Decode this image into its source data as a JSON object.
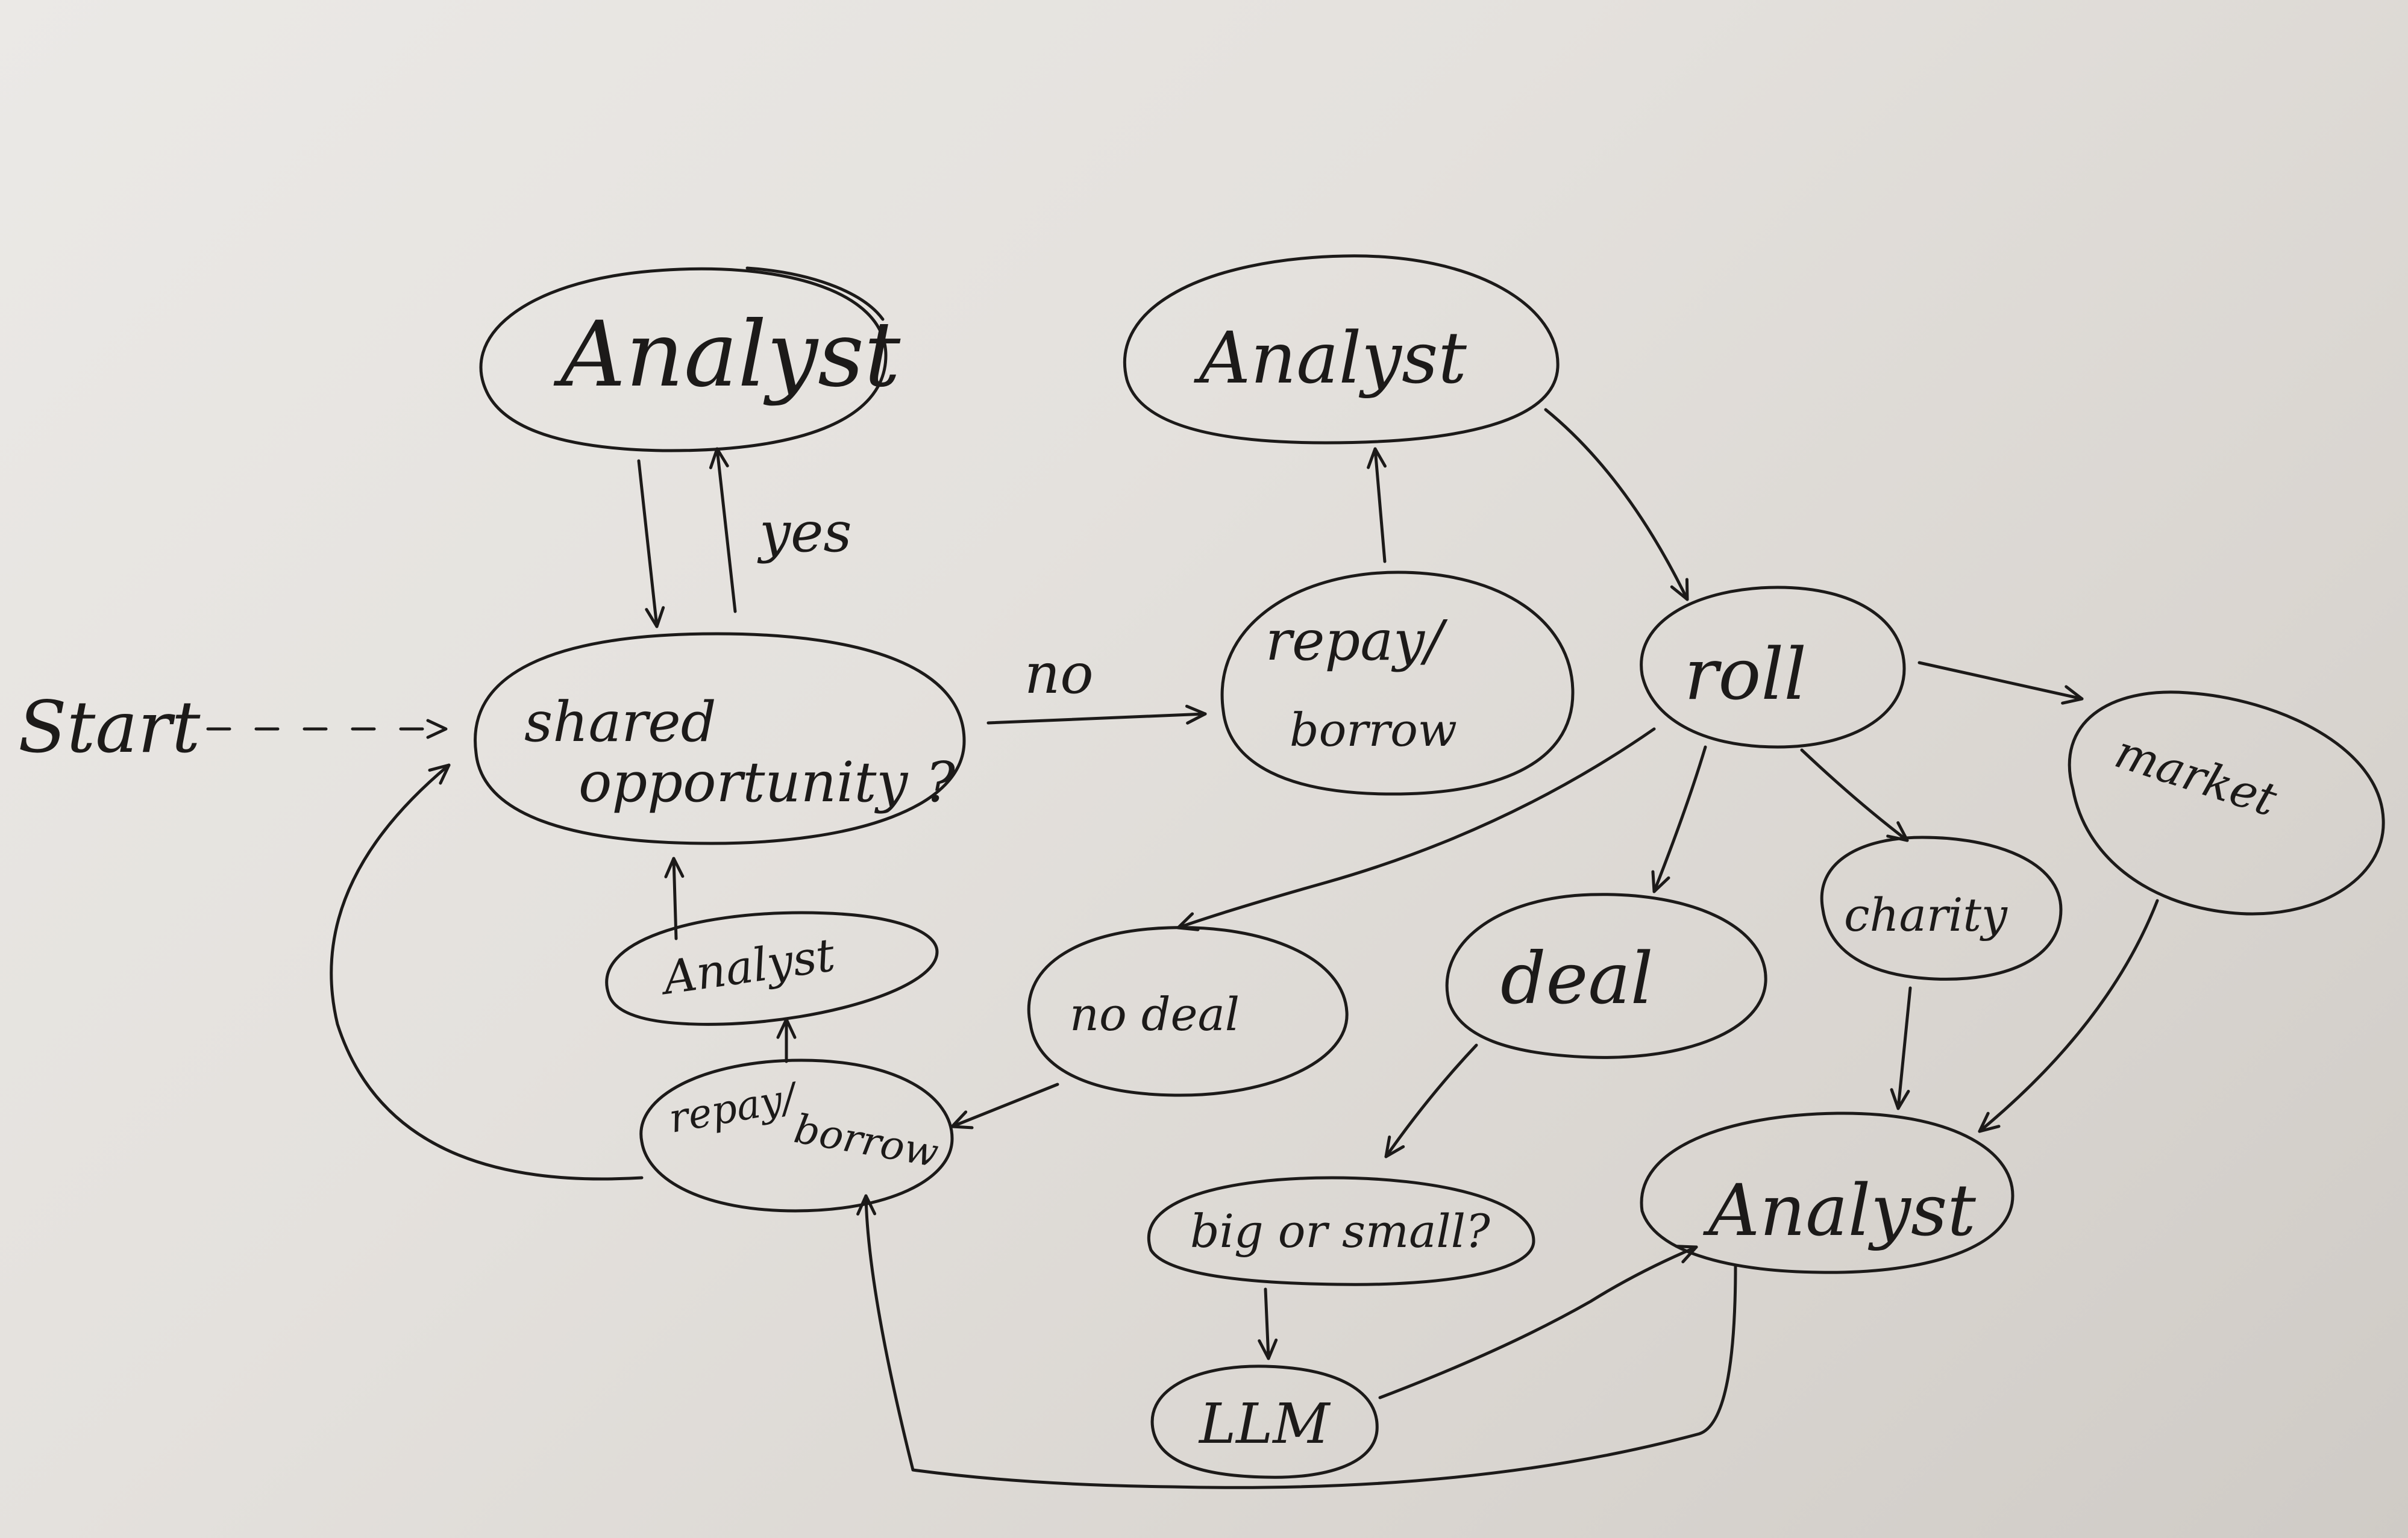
{
  "diagram": {
    "start_label": "Start",
    "nodes": {
      "analyst_top_left": "Analyst",
      "shared_opportunity_line1": "shared",
      "shared_opportunity_line2": "opportunity ?",
      "analyst_top_right": "Analyst",
      "repay_borrow_top_line1": "repay/",
      "repay_borrow_top_line2": "borrow",
      "roll": "roll",
      "market": "market",
      "charity": "charity",
      "deal": "deal",
      "no_deal": "no deal",
      "analyst_small_left": "Analyst",
      "repay_borrow_bottom_line1": "repay/",
      "repay_borrow_bottom_line2": "borrow",
      "big_or_small": "big or small?",
      "llm": "LLM",
      "analyst_bottom_right": "Analyst"
    },
    "edge_labels": {
      "yes": "yes",
      "no": "no"
    }
  }
}
